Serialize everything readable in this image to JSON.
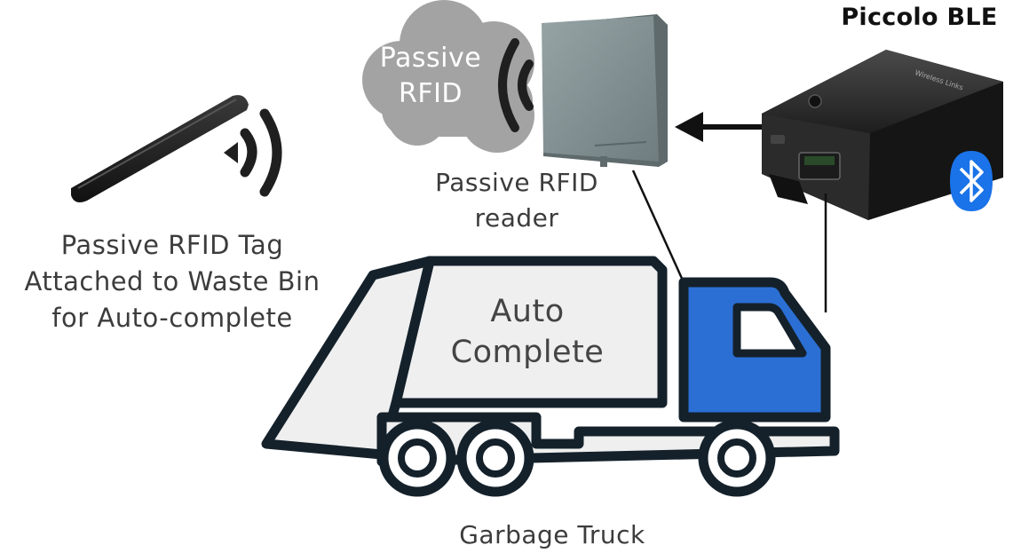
{
  "labels": {
    "piccolo": "Piccolo BLE",
    "cloud": "Passive\nRFID",
    "reader": "Passive RFID\nreader",
    "tag": "Passive RFID Tag\nAttached to Waste Bin\nfor Auto-complete",
    "cargo": "Auto\nComplete",
    "truck": "Garbage Truck"
  },
  "colors": {
    "cab_blue": "#2b6fd4",
    "outline": "#14212b",
    "body_gray": "#efefef",
    "cloud_gray": "#8a8a8a",
    "reader_gray": "#7f8e90",
    "device_black": "#262626",
    "bluetooth": "#1a73e8",
    "text": "#3c3c3c"
  },
  "icons": [
    "rfid-tag-icon",
    "wireless-signal-icon",
    "rfid-reader-icon",
    "piccolo-device-icon",
    "bluetooth-icon",
    "garbage-truck-icon",
    "arrow-left-icon"
  ]
}
